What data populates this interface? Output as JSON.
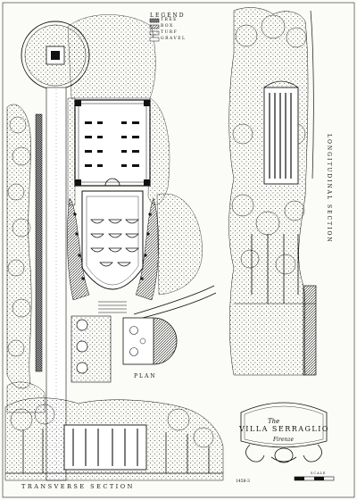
{
  "legend": {
    "title": "LEGEND",
    "items": [
      {
        "label": "TREE",
        "swatch": "hatch-dense"
      },
      {
        "label": "BOX",
        "swatch": "hatch-cross"
      },
      {
        "label": "TURF",
        "swatch": "dots"
      },
      {
        "label": "GRAVEL",
        "swatch": "blank"
      }
    ]
  },
  "labels": {
    "plan": "PLAN",
    "longitudinal": "LONGITUDINAL SECTION",
    "transverse": "TRANSVERSE SECTION",
    "sheet_number": "1458-3"
  },
  "cartouche": {
    "article": "The",
    "title": "VILLA SERRAGLIO",
    "place": "Firenze"
  },
  "scale": {
    "label": "SCALE"
  },
  "colors": {
    "ink": "#111111",
    "paper": "#fbfbf8"
  }
}
